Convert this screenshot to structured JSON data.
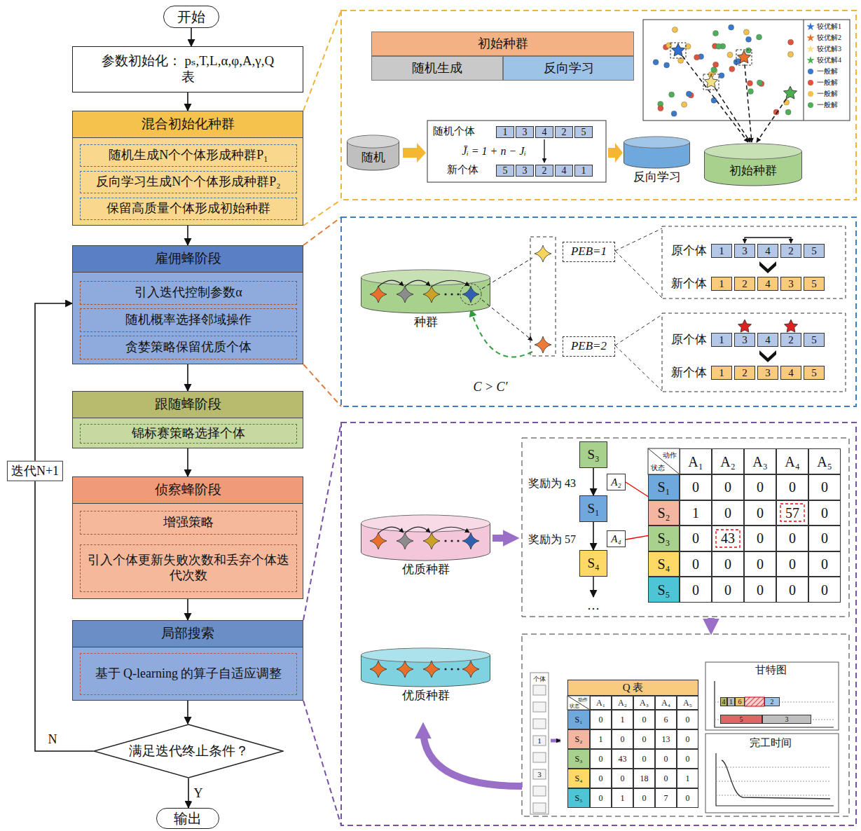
{
  "diagram": {
    "nodes": [
      {
        "text": [
          "开始"
        ]
      },
      {
        "text": [
          "参数初始化： pₛ,T,L,α,φ,A,γ,Q 表"
        ]
      },
      {
        "text": [
          "混合初始化种群"
        ]
      },
      {
        "text": [
          "随机生成N个个体形成种群P₁"
        ],
        "in": 2
      },
      {
        "text": [
          "反向学习生成N个个体形成种群P₂"
        ],
        "in": 2
      },
      {
        "text": [
          "保留高质量个体形成初始种群"
        ],
        "in": 2
      },
      {
        "text": [
          "雇佣蜂阶段"
        ]
      },
      {
        "text": [
          "引入迭代控制参数α"
        ],
        "in": 6
      },
      {
        "text": [
          "随机概率选择邻域操作"
        ],
        "in": 6
      },
      {
        "text": [
          "贪婪策略保留优质个体"
        ],
        "in": 6
      },
      {
        "text": [
          "跟随蜂阶段"
        ]
      },
      {
        "text": [
          "锦标赛策略选择个体"
        ],
        "in": 10
      },
      {
        "text": [
          "侦察蜂阶段"
        ]
      },
      {
        "text": [
          "增强策略"
        ],
        "in": 12
      },
      {
        "text": [
          "引入个体更新失败次数和丢弃个体迭代次数"
        ],
        "in": 12
      },
      {
        "text": [
          "局部搜索"
        ]
      },
      {
        "text": [
          "基于 Q-learning 的算子自适应调整"
        ],
        "in": 15
      },
      {
        "text": [
          "满足迭代终止条件？"
        ]
      },
      {
        "text": [
          "输出"
        ]
      },
      {
        "text": [
          "初始种群"
        ]
      },
      {
        "text": [
          "随机生成"
        ]
      },
      {
        "text": [
          "反向学习"
        ]
      },
      {
        "text": [
          "随机"
        ]
      },
      {
        "text": [
          "反向学习"
        ]
      },
      {
        "text": [
          "初始种群"
        ]
      },
      {
        "text": [
          "种群"
        ]
      },
      {
        "text": [
          "PEB=1"
        ]
      },
      {
        "text": [
          "PEB=2"
        ]
      },
      {
        "text": [
          "优质种群"
        ]
      },
      {
        "text": [
          "S₃"
        ]
      },
      {
        "text": [
          "S₁"
        ]
      },
      {
        "text": [
          "S₄"
        ]
      },
      {
        "text": [
          "A₂"
        ]
      },
      {
        "text": [
          "A₄"
        ]
      },
      {
        "text": [
          "优质种群"
        ]
      }
    ],
    "edges": [
      {
        "from": 0,
        "to": 1,
        "arrow": "to"
      },
      {
        "from": 1,
        "to": 2,
        "arrow": "to"
      },
      {
        "from": 2,
        "to": 6,
        "arrow": "to"
      },
      {
        "from": 6,
        "to": 10,
        "arrow": "to"
      },
      {
        "from": 10,
        "to": 12,
        "arrow": "to"
      },
      {
        "from": 12,
        "to": 15,
        "arrow": "to"
      },
      {
        "from": 15,
        "to": 17,
        "arrow": "to"
      },
      {
        "from": 17,
        "to": 18,
        "label": "Y",
        "arrow": "to"
      },
      {
        "from": 17,
        "to": 6,
        "label": "迭代N+1",
        "arrow": "to"
      },
      {
        "from": 29,
        "to": 30,
        "arrow": "to"
      },
      {
        "from": 30,
        "to": 31,
        "arrow": "to"
      }
    ],
    "labels": [
      "N",
      "随机个体",
      "1",
      "3",
      "4",
      "2",
      "5",
      "J̄ᵢ = 1 + n − Jᵢ",
      "新个体",
      "5",
      "3",
      "2",
      "4",
      "1",
      "原个体",
      "1",
      "3",
      "4",
      "2",
      "5",
      "新个体",
      "1",
      "2",
      "4",
      "3",
      "5",
      "原个体",
      "1",
      "3",
      "4",
      "2",
      "5",
      "新个体",
      "1",
      "2",
      "3",
      "4",
      "5",
      "C > C′",
      "奖励为 43",
      "奖励为 57",
      "…",
      "动作",
      "状态",
      "A₁",
      "A₂",
      "A₃",
      "A₄",
      "A₅",
      "S₁",
      "0",
      "0",
      "0",
      "0",
      "0",
      "S₂",
      "1",
      "0",
      "0",
      "57",
      "0",
      "S₃",
      "0",
      "43",
      "0",
      "0",
      "0",
      "S₄",
      "0",
      "0",
      "0",
      "0",
      "0",
      "S₅",
      "0",
      "0",
      "0",
      "0",
      "0",
      "个体",
      "1",
      "3",
      "Q 表",
      "动作",
      "状态",
      "A₁",
      "A₂",
      "A₃",
      "A₄",
      "A₅",
      "S₁",
      "0",
      "1",
      "0",
      "6",
      "0",
      "S₂",
      "1",
      "0",
      "0",
      "13",
      "0",
      "S₃",
      "0",
      "43",
      "0",
      "0",
      "0",
      "S₄",
      "0",
      "0",
      "18",
      "0",
      "1",
      "S₅",
      "0",
      "1",
      "0",
      "7",
      "0",
      "甘特图",
      "4",
      "1",
      "6",
      "2",
      "5",
      "3",
      "完工时间"
    ],
    "legend": [
      {
        "text": "较优解1",
        "color": "#2f6fd1"
      },
      {
        "text": "较优解2",
        "color": "#e8702a"
      },
      {
        "text": "较优解3",
        "color": "#f7e08a"
      },
      {
        "text": "较优解4",
        "color": "#4caf50"
      },
      {
        "text": "一般解",
        "color": "#3a78c9"
      },
      {
        "text": "一般解",
        "color": "#e0533d"
      },
      {
        "text": "一般解",
        "color": "#f2c14e"
      },
      {
        "text": "一般解",
        "color": "#4fae5a"
      }
    ]
  }
}
